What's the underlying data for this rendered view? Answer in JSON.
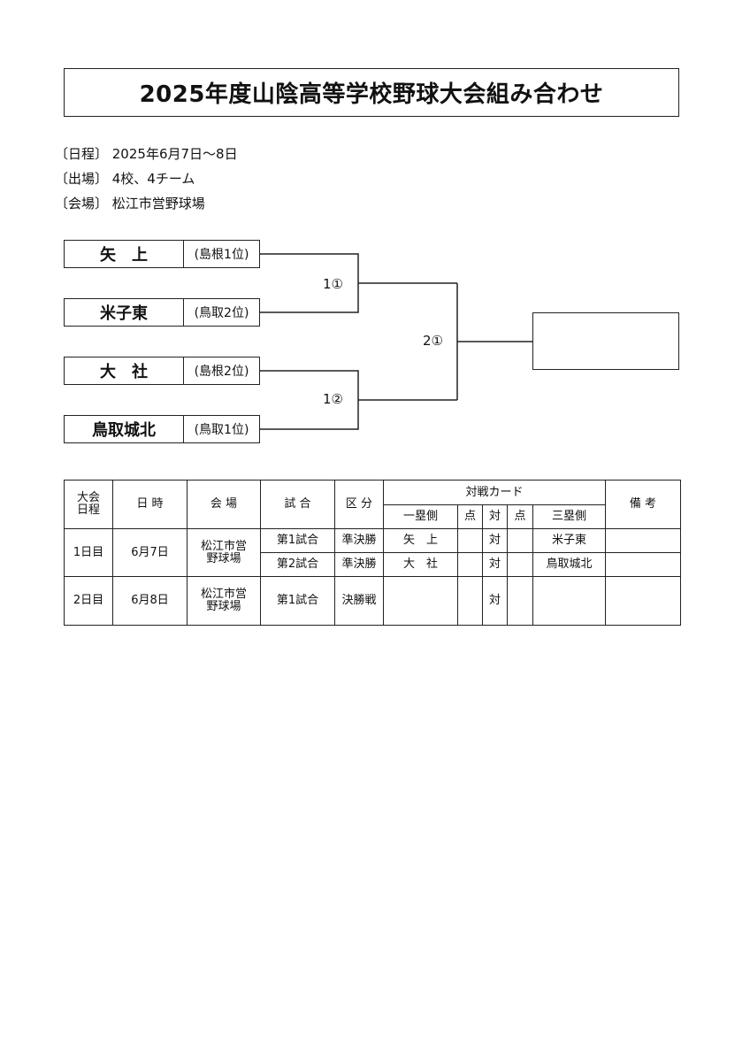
{
  "title": "2025年度山陰高等学校野球大会組み合わせ",
  "info": {
    "schedule": "〔日程〕 2025年6月7日～8日",
    "entries": "〔出場〕 4校、4チーム",
    "venue": "〔会場〕 松江市営野球場"
  },
  "bracket": {
    "teams": [
      {
        "name": "矢　上",
        "rank": "(島根1位)"
      },
      {
        "name": "米子東",
        "rank": "(鳥取2位)"
      },
      {
        "name": "大　社",
        "rank": "(島根2位)"
      },
      {
        "name": "鳥取城北",
        "rank": "(鳥取1位)"
      }
    ],
    "matches": {
      "semi1": "1①",
      "semi2": "1②",
      "final": "2①"
    }
  },
  "table": {
    "headers": {
      "day": [
        "大会",
        "日程"
      ],
      "date": "日 時",
      "venue": "会 場",
      "game": "試 合",
      "round": "区 分",
      "card": "対戦カード",
      "first_base": "一塁側",
      "score": "点",
      "vs": "対",
      "third_base": "三塁側",
      "notes": "備 考"
    },
    "days": [
      {
        "day": "1日目",
        "date": "6月7日",
        "venue": [
          "松江市営",
          "野球場"
        ],
        "games": [
          {
            "game": "第1試合",
            "round": "準決勝",
            "first": "矢　上",
            "vs": "対",
            "third": "米子東"
          },
          {
            "game": "第2試合",
            "round": "準決勝",
            "first": "大　社",
            "vs": "対",
            "third": "鳥取城北"
          }
        ]
      },
      {
        "day": "2日目",
        "date": "6月8日",
        "venue": [
          "松江市営",
          "野球場"
        ],
        "games": [
          {
            "game": "第1試合",
            "round": "決勝戦",
            "first": "",
            "vs": "対",
            "third": ""
          }
        ]
      }
    ]
  }
}
